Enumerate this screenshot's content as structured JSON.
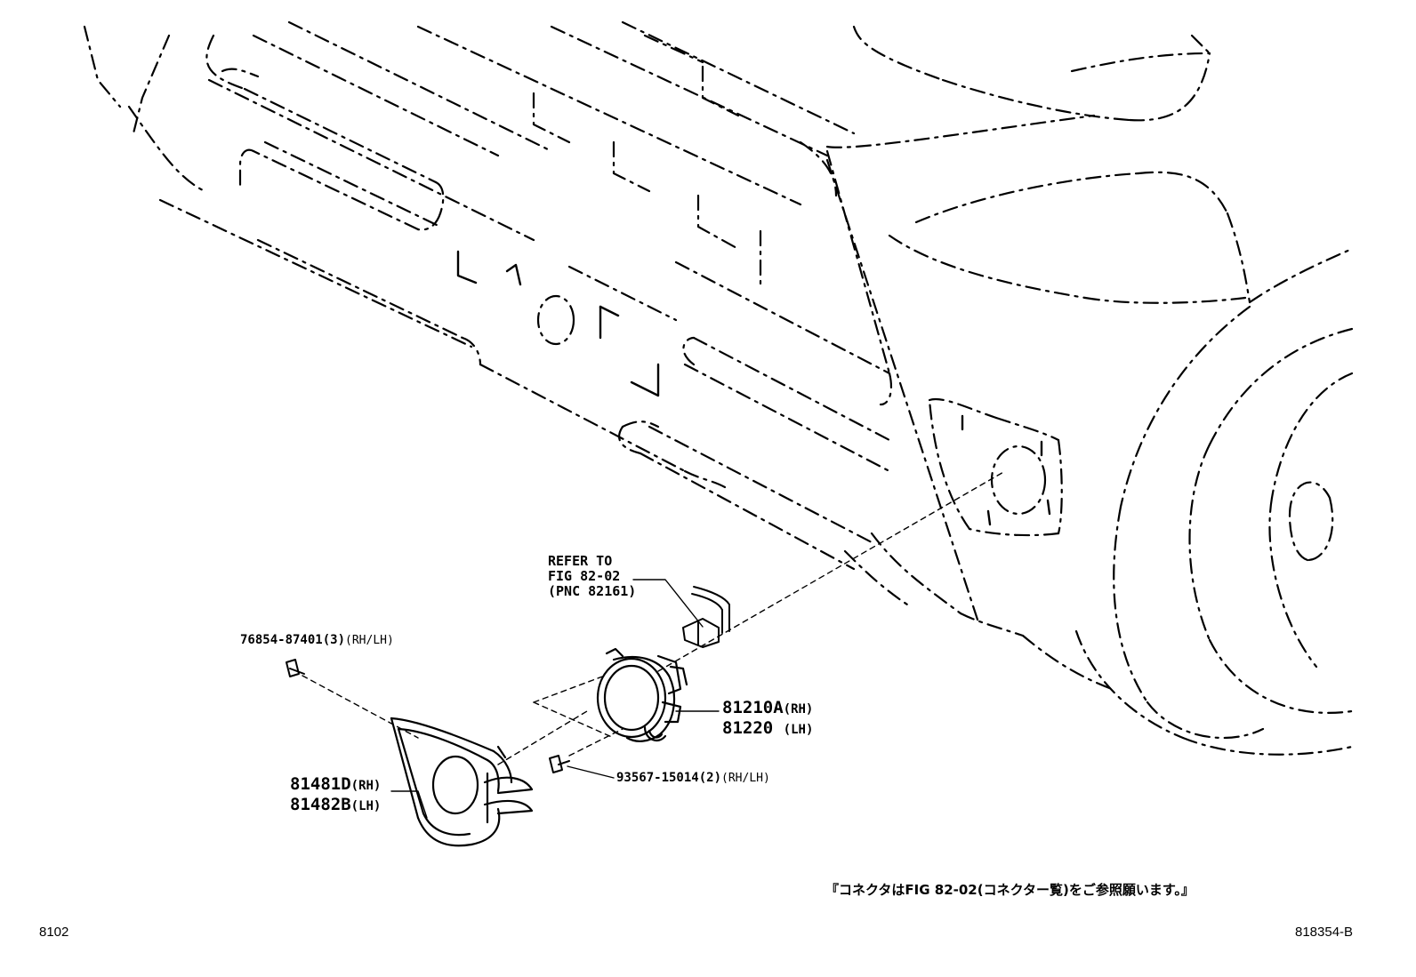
{
  "refer": {
    "line1": "REFER TO",
    "line2": "FIG 82-02",
    "line3": "(PNC 82161)"
  },
  "parts": {
    "clip": {
      "number": "76854-87401(3)",
      "side": "(RH/LH)"
    },
    "screw": {
      "number": "93567-15014(2)",
      "side": "(RH/LH)"
    },
    "fog_lamp_rh": {
      "number": "81210A",
      "side": "(RH)"
    },
    "fog_lamp_lh": {
      "number": "81220",
      "side": "(LH)"
    },
    "cover_rh": {
      "number": "81481D",
      "side": "(RH)"
    },
    "cover_lh": {
      "number": "81482B",
      "side": "(LH)"
    }
  },
  "note": "『コネクタはFIG 82-02(コネクター覧)をご参照願います。』",
  "figure_number": "8102",
  "illustration_id": "818354-B"
}
